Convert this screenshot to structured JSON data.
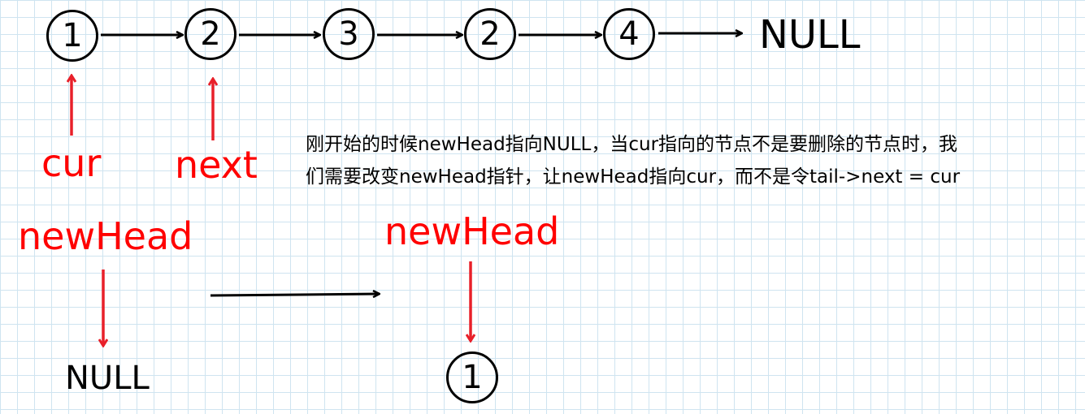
{
  "list": {
    "nodes": [
      "1",
      "2",
      "3",
      "2",
      "4"
    ],
    "terminator": "NULL"
  },
  "pointers": {
    "cur": "cur",
    "next": "next"
  },
  "before": {
    "label": "newHead",
    "target": "NULL"
  },
  "after": {
    "label": "newHead",
    "node": "1"
  },
  "note": {
    "line1": "刚开始的时候newHead指向NULL，当cur指向的节点不是要删除的节点时，我",
    "line2": "们需要改变newHead指针，让newHead指向cur，而不是令tail->next = cur"
  },
  "colors": {
    "pointer_label": "#ff0000",
    "pointer_arrow": "#e8202a",
    "node_border": "#000000",
    "grid": "#cfe4f0"
  }
}
